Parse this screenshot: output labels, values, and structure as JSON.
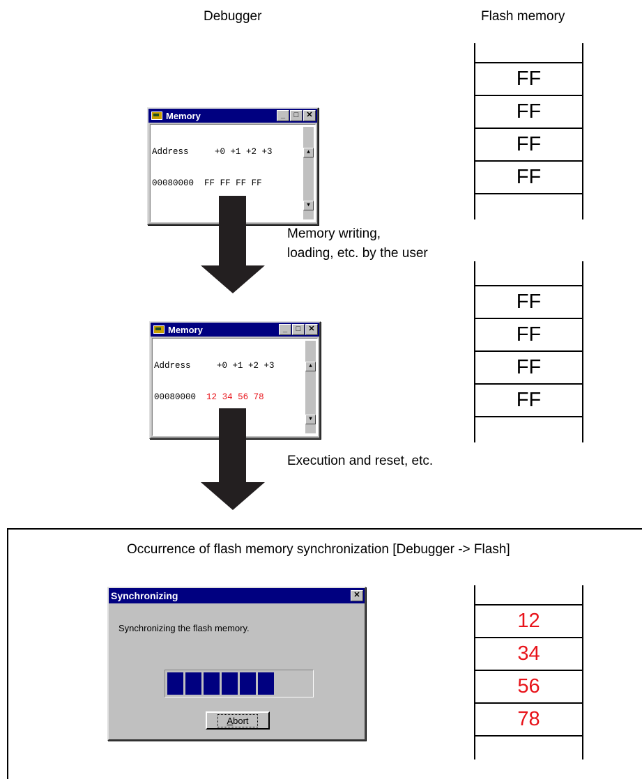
{
  "headers": {
    "debugger": "Debugger",
    "flash": "Flash memory"
  },
  "memory_window_1": {
    "title": "Memory",
    "header_row": "Address     +0 +1 +2 +3",
    "address": "00080000",
    "values": [
      "FF",
      "FF",
      "FF",
      "FF"
    ]
  },
  "memory_window_2": {
    "title": "Memory",
    "header_row": "Address     +0 +1 +2 +3",
    "address": "00080000",
    "values": [
      "12",
      "34",
      "56",
      "78"
    ]
  },
  "flash_1": [
    "FF",
    "FF",
    "FF",
    "FF"
  ],
  "flash_2": [
    "FF",
    "FF",
    "FF",
    "FF"
  ],
  "flash_3": [
    "12",
    "34",
    "56",
    "78"
  ],
  "captions": {
    "step1_line1": "Memory writing,",
    "step1_line2": "loading, etc. by the user",
    "step2": "Execution and reset, etc.",
    "panel_title": "Occurrence of flash memory synchronization [Debugger -> Flash]"
  },
  "dialog": {
    "title": "Synchronizing",
    "message": "Synchronizing the flash memory.",
    "progress": 0.7,
    "abort_label": "Abort"
  },
  "colors": {
    "changed_value": "#e8131a",
    "titlebar": "#000080"
  },
  "icons": [
    "memory-window-icon",
    "minimize-icon",
    "maximize-icon",
    "close-icon",
    "scroll-up-icon",
    "scroll-down-icon"
  ]
}
